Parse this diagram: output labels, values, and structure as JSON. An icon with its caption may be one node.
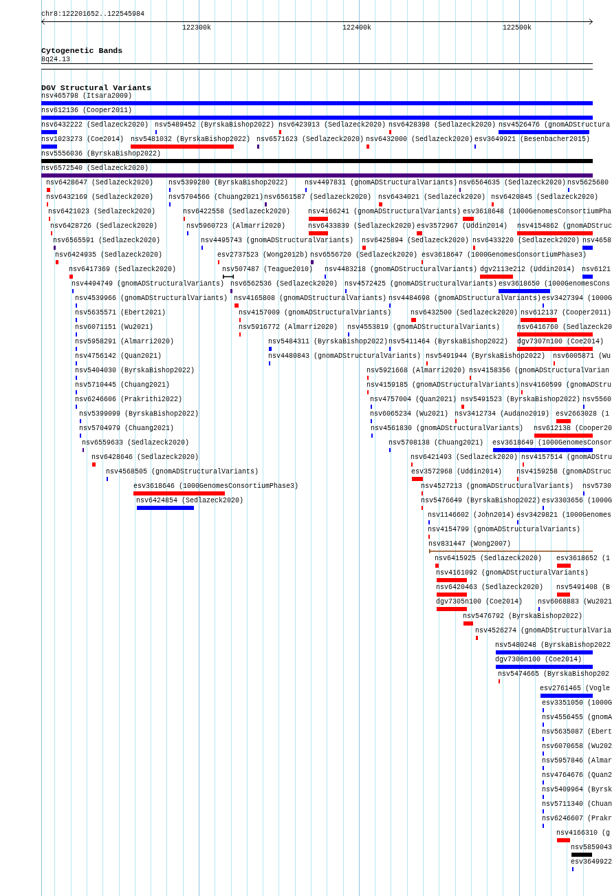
{
  "diagram": {
    "nodes": [
      {
        "text": [
          "8q24.13"
        ]
      },
      {
        "text": [
          "nsv465798 (Itsara2009)"
        ]
      },
      {
        "text": [
          "nsv612136 (Cooper2011)"
        ]
      },
      {
        "text": [
          "nsv6432222 (Sedlazeck2020)"
        ]
      },
      {
        "text": [
          "nsv5489452 (ByrskaBishop2022)"
        ]
      },
      {
        "text": [
          "nsv6423913 (Sedlazeck2020)"
        ]
      },
      {
        "text": [
          "nsv6428398 (Sedlazeck2020)"
        ]
      },
      {
        "text": [
          "nsv4526476 (gnomADStructura"
        ]
      },
      {
        "text": [
          "nsv1023273 (Coe2014)"
        ]
      },
      {
        "text": [
          "nsv5481032 (ByrskaBishop2022)"
        ]
      },
      {
        "text": [
          "nsv6571623 (Sedlazeck2020)"
        ]
      },
      {
        "text": [
          "nsv6432000 (Sedlazeck2020)"
        ]
      },
      {
        "text": [
          "esv3649921 (Besenbacher2015)"
        ]
      },
      {
        "text": [
          "nsv5556036 (ByrskaBishop2022)"
        ]
      },
      {
        "text": [
          "nsv6572540 (Sedlazeck2020)"
        ]
      },
      {
        "text": [
          "nsv6428647 (Sedlazeck2020)"
        ]
      },
      {
        "text": [
          "nsv5399280 (ByrskaBishop2022)"
        ]
      },
      {
        "text": [
          "nsv4497831 (gnomADStructuralVariants)"
        ]
      },
      {
        "text": [
          "nsv6564635 (Sedlazeck2020)"
        ]
      },
      {
        "text": [
          "nsv5625680"
        ]
      },
      {
        "text": [
          "nsv6432169 (Sedlazeck2020)"
        ]
      },
      {
        "text": [
          "nsv5704566 (Chuang2021)"
        ]
      },
      {
        "text": [
          "nsv6561587 (Sedlazeck2020)"
        ]
      },
      {
        "text": [
          "nsv6434021 (Sedlazeck2020)"
        ]
      },
      {
        "text": [
          "nsv6420845 (Sedlazeck2020)"
        ]
      },
      {
        "text": [
          "nsv6421023 (Sedlazeck2020)"
        ]
      },
      {
        "text": [
          "nsv6422558 (Sedlazeck2020)"
        ]
      },
      {
        "text": [
          "nsv4166241 (gnomADStructuralVariants)"
        ]
      },
      {
        "text": [
          "esv3618648 (1000GenomesConsortiumPha"
        ]
      },
      {
        "text": [
          "nsv6428726 (Sedlazeck2020)"
        ]
      },
      {
        "text": [
          "nsv5960723 (Almarri2020)"
        ]
      },
      {
        "text": [
          "nsv6433839 (Sedlazeck2020)"
        ]
      },
      {
        "text": [
          "esv3572967 (Uddin2014)"
        ]
      },
      {
        "text": [
          "nsv4154862 (gnomADStruc"
        ]
      },
      {
        "text": [
          "nsv6565591 (Sedlazeck2020)"
        ]
      },
      {
        "text": [
          "nsv4495743 (gnomADStructuralVariants)"
        ]
      },
      {
        "text": [
          "nsv6425894 (Sedlazeck2020)"
        ]
      },
      {
        "text": [
          "nsv6433220 (Sedlazeck2020)"
        ]
      },
      {
        "text": [
          "nsv4658"
        ]
      },
      {
        "text": [
          "nsv6424935 (Sedlazeck2020)"
        ]
      },
      {
        "text": [
          "esv2737523 (Wong2012b)"
        ]
      },
      {
        "text": [
          "nsv6556720 (Sedlazeck2020)"
        ]
      },
      {
        "text": [
          "esv3618647 (1000GenomesConsortiumPhase3)"
        ]
      },
      {
        "text": [
          "nsv6417369 (Sedlazeck2020)"
        ]
      },
      {
        "text": [
          "nsv507487 (Teague2010)"
        ]
      },
      {
        "text": [
          "nsv4483218 (gnomADStructuralVariants)"
        ]
      },
      {
        "text": [
          "dgv2113e212 (Uddin2014)"
        ]
      },
      {
        "text": [
          "nsv6121"
        ]
      },
      {
        "text": [
          "nsv4494749 (gnomADStructuralVariants)"
        ]
      },
      {
        "text": [
          "nsv6562536 (Sedlazeck2020)"
        ]
      },
      {
        "text": [
          "nsv4572425 (gnomADStructuralVariants)"
        ]
      },
      {
        "text": [
          "esv3618650 (1000GenomesCons"
        ]
      },
      {
        "text": [
          "nsv4539966 (gnomADStructuralVariants)"
        ]
      },
      {
        "text": [
          "nsv4165808 (gnomADStructuralVariants)"
        ]
      },
      {
        "text": [
          "nsv4484698 (gnomADStructuralVariants)"
        ]
      },
      {
        "text": [
          "esv3427394 (1000G"
        ]
      },
      {
        "text": [
          "nsv5635571 (Ebert2021)"
        ]
      },
      {
        "text": [
          "nsv4157009 (gnomADStructuralVariants)"
        ]
      },
      {
        "text": [
          "nsv6432500 (Sedlazeck2020)"
        ]
      },
      {
        "text": [
          "nsv612137 (Cooper2011)"
        ]
      },
      {
        "text": [
          "nsv6071151 (Wu2021)"
        ]
      },
      {
        "text": [
          "nsv5916772 (Almarri2020)"
        ]
      },
      {
        "text": [
          "nsv4553819 (gnomADStructuralVariants)"
        ]
      },
      {
        "text": [
          "nsv6416760 (Sedlazeck20"
        ]
      },
      {
        "text": [
          "nsv5958291 (Almarri2020)"
        ]
      },
      {
        "text": [
          "nsv5484311 (ByrskaBishop2022)"
        ]
      },
      {
        "text": [
          "nsv5411464 (ByrskaBishop2022)"
        ]
      },
      {
        "text": [
          "dgv7307n100 (Coe2014)"
        ]
      },
      {
        "text": [
          "nsv4756142 (Quan2021)"
        ]
      },
      {
        "text": [
          "nsv4480843 (gnomADStructuralVariants)"
        ]
      },
      {
        "text": [
          "nsv5491944 (ByrskaBishop2022)"
        ]
      },
      {
        "text": [
          "nsv6005871 (Wu"
        ]
      },
      {
        "text": [
          "nsv5404030 (ByrskaBishop2022)"
        ]
      },
      {
        "text": [
          "nsv5921668 (Almarri2020)"
        ]
      },
      {
        "text": [
          "nsv4158356 (gnomADStructuralVarian"
        ]
      },
      {
        "text": [
          "nsv5710445 (Chuang2021)"
        ]
      },
      {
        "text": [
          "nsv4159185 (gnomADStructuralVariants)"
        ]
      },
      {
        "text": [
          "nsv4160599 (gnomADStru"
        ]
      },
      {
        "text": [
          "nsv6246606 (Prakrithi2022)"
        ]
      },
      {
        "text": [
          "nsv4757004 (Quan2021)"
        ]
      },
      {
        "text": [
          "nsv5491523 (ByrskaBishop2022)"
        ]
      },
      {
        "text": [
          "nsv5560"
        ]
      },
      {
        "text": [
          "nsv5399099 (ByrskaBishop2022)"
        ]
      },
      {
        "text": [
          "nsv6065234 (Wu2021)"
        ]
      },
      {
        "text": [
          "nsv3412734 (Audano2019)"
        ]
      },
      {
        "text": [
          "esv2663028 (1"
        ]
      },
      {
        "text": [
          "nsv5704979 (Chuang2021)"
        ]
      },
      {
        "text": [
          "nsv4561830 (gnomADStructuralVariants)"
        ]
      },
      {
        "text": [
          "nsv612138 (Cooper20"
        ]
      },
      {
        "text": [
          "nsv6559633 (Sedlazeck2020)"
        ]
      },
      {
        "text": [
          "nsv5708138 (Chuang2021)"
        ]
      },
      {
        "text": [
          "esv3618649 (1000GenomesConsor"
        ]
      },
      {
        "text": [
          "nsv6428646 (Sedlazeck2020)"
        ]
      },
      {
        "text": [
          "nsv6421493 (Sedlazeck2020)"
        ]
      },
      {
        "text": [
          "nsv4157514 (gnomADStru"
        ]
      },
      {
        "text": [
          "nsv4568505 (gnomADStructuralVariants)"
        ]
      },
      {
        "text": [
          "esv3572968 (Uddin2014)"
        ]
      },
      {
        "text": [
          "nsv4159258 (gnomADStruc"
        ]
      },
      {
        "text": [
          "esv3618646 (1000GenomesConsortiumPhase3)"
        ]
      },
      {
        "text": [
          "nsv4527213 (gnomADStructuralVariants)"
        ]
      },
      {
        "text": [
          "nsv5730"
        ]
      },
      {
        "text": [
          "nsv6424854 (Sedlazeck2020)"
        ]
      },
      {
        "text": [
          "nsv5476649 (ByrskaBishop2022)"
        ]
      },
      {
        "text": [
          "esv3303656 (1000G"
        ]
      },
      {
        "text": [
          "nsv1146602 (John2014)"
        ]
      },
      {
        "text": [
          "esv3429821 (1000Genomes"
        ]
      },
      {
        "text": [
          "nsv4154799 (gnomADStructuralVariants)"
        ]
      },
      {
        "text": [
          "nsv831447 (Wong2007)"
        ]
      },
      {
        "text": [
          "nsv6415925 (Sedlazeck2020)"
        ]
      },
      {
        "text": [
          "esv3618652 (1"
        ]
      },
      {
        "text": [
          "nsv4161092 (gnomADStructuralVariants)"
        ]
      },
      {
        "text": [
          "nsv6420463 (Sedlazeck2020)"
        ]
      },
      {
        "text": [
          "nsv5491408 (B"
        ]
      },
      {
        "text": [
          "dgv7305n100 (Coe2014)"
        ]
      },
      {
        "text": [
          "nsv6068883 (Wu2021"
        ]
      },
      {
        "text": [
          "nsv5476792 (ByrskaBishop2022)"
        ]
      },
      {
        "text": [
          "nsv4526274 (gnomADStructuralVaria"
        ]
      },
      {
        "text": [
          "nsv5480248 (ByrskaBishop2022"
        ]
      },
      {
        "text": [
          "dgv7306n100 (Coe2014)"
        ]
      },
      {
        "text": [
          "nsv5474665 (ByrskaBishop202"
        ]
      },
      {
        "text": [
          "esv2761465 (Vogle"
        ]
      },
      {
        "text": [
          "esv3351050 (1000G"
        ]
      },
      {
        "text": [
          "nsv4556455 (gnomA"
        ]
      },
      {
        "text": [
          "nsv5635087 (Ebert"
        ]
      },
      {
        "text": [
          "nsv6070658 (Wu202"
        ]
      },
      {
        "text": [
          "nsv5957846 (Almar"
        ]
      },
      {
        "text": [
          "nsv4764676 (Quan2"
        ]
      },
      {
        "text": [
          "nsv5409964 (Byrsk"
        ]
      },
      {
        "text": [
          "nsv5711340 (Chuan"
        ]
      },
      {
        "text": [
          "nsv6246607 (Prakr"
        ]
      },
      {
        "text": [
          "nsv4166310 (g"
        ]
      },
      {
        "text": [
          "nsv5859043"
        ]
      },
      {
        "text": [
          "esv3649922"
        ]
      }
    ],
    "labels": [
      "chr8:122201652..122545984",
      "122300k",
      "122400k",
      "122500k",
      "Cytogenetic Bands",
      "DGV Structural Variants"
    ]
  }
}
